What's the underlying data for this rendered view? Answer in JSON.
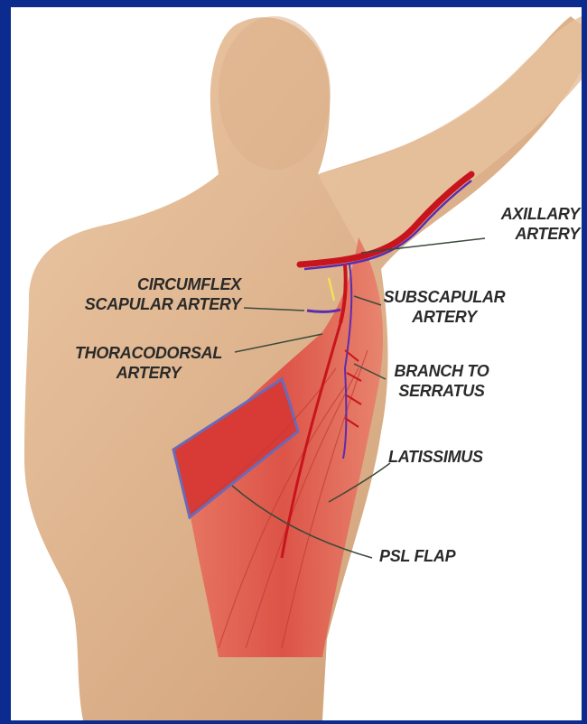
{
  "labels": {
    "axillary": "AXILLARY\nARTERY",
    "circumflex": "CIRCUMFLEX\nSCAPULAR ARTERY",
    "subscapular": "SUBSCAPULAR\nARTERY",
    "thoracodorsal": "THORACODORSAL\nARTERY",
    "serratus": "BRANCH TO\nSERRATUS",
    "latissimus": "LATISSIMUS",
    "psl_flap": "PSL FLAP"
  },
  "colors": {
    "frame": "#0b2b8e",
    "skin": "#e0b894",
    "muscle": "#e04a42",
    "artery": "#c8141c",
    "vein": "#5a2db0",
    "flap_outline": "#6a6ab8",
    "leader": "#3a4a3a"
  }
}
